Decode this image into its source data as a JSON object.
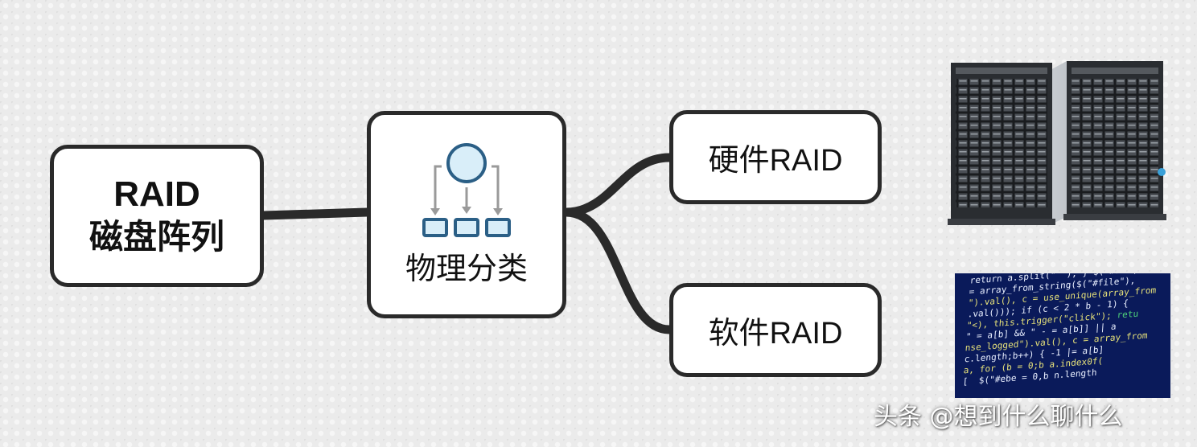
{
  "diagram": {
    "root": {
      "line1": "RAID",
      "line2": "磁盘阵列"
    },
    "branch": {
      "label": "物理分类",
      "icon": "hierarchy-icon"
    },
    "leaves": [
      {
        "label": "硬件RAID",
        "image": "tower-server-image"
      },
      {
        "label": "软件RAID",
        "image": "source-code-image"
      }
    ]
  },
  "watermark": "头条 @想到什么聊什么",
  "colors": {
    "node_border": "#2a2a2a",
    "connector": "#2a2a2a",
    "icon_stroke": "#2b5f86",
    "icon_fill": "#d9eef9",
    "arrow": "#9a9a9a"
  }
}
